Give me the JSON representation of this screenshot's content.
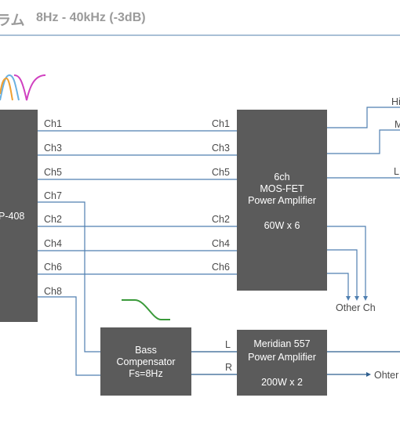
{
  "header": {
    "title_fragment": "ラム",
    "spec": "8Hz - 40kHz (-3dB)"
  },
  "dsp": {
    "label_fragment": "P-408",
    "outputs": [
      "Ch1",
      "Ch3",
      "Ch5",
      "Ch7",
      "Ch2",
      "Ch4",
      "Ch6",
      "Ch8"
    ]
  },
  "amp6": {
    "line1": "6ch",
    "line2": "MOS-FET",
    "line3": "Power Amplifier",
    "line4": "60W x 6",
    "inputs": [
      "Ch1",
      "Ch3",
      "Ch5",
      "Ch2",
      "Ch4",
      "Ch6"
    ]
  },
  "bass": {
    "line1": "Bass",
    "line2": "Compensator",
    "line3": "Fs=8Hz"
  },
  "meridian": {
    "line1": "Meridian 557",
    "line2": "Power Amplifier",
    "line3": "200W x 2",
    "in_l": "L",
    "in_r": "R"
  },
  "right_labels": {
    "hi": "Hi",
    "mid": "M",
    "low": "L",
    "other_ch": "Other Ch",
    "other_right": "Ohter"
  },
  "colors": {
    "box": "#5b5b5b",
    "wire": "#4f7fb0",
    "filter_orange": "#f0a030",
    "filter_blue": "#6ab0e0",
    "filter_magenta": "#d040c0",
    "bass_curve": "#3a9a3a",
    "header_rule": "#a9c0d6"
  }
}
